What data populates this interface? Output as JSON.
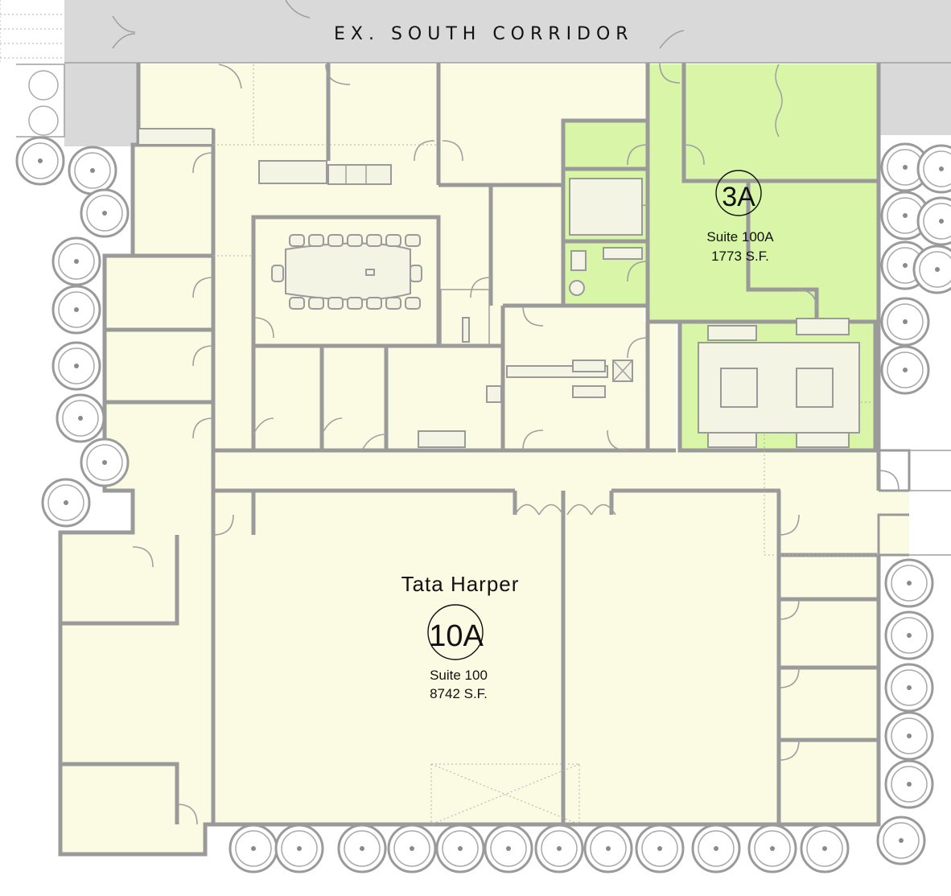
{
  "corridor": {
    "label": "EX. SOUTH CORRIDOR"
  },
  "suite_3a": {
    "tag": "3A",
    "name": "Suite 100A",
    "area": "1773 S.F.",
    "fill_color": "#d8f5a8"
  },
  "suite_10a": {
    "tenant": "Tata Harper",
    "tag": "10A",
    "name": "Suite 100",
    "area": "8742 S.F.",
    "fill_color": "#fbfbe3"
  },
  "colors": {
    "wall": "#9a9a9a",
    "corridor": "#d9d9d9",
    "tree": "#9a9a9a"
  }
}
